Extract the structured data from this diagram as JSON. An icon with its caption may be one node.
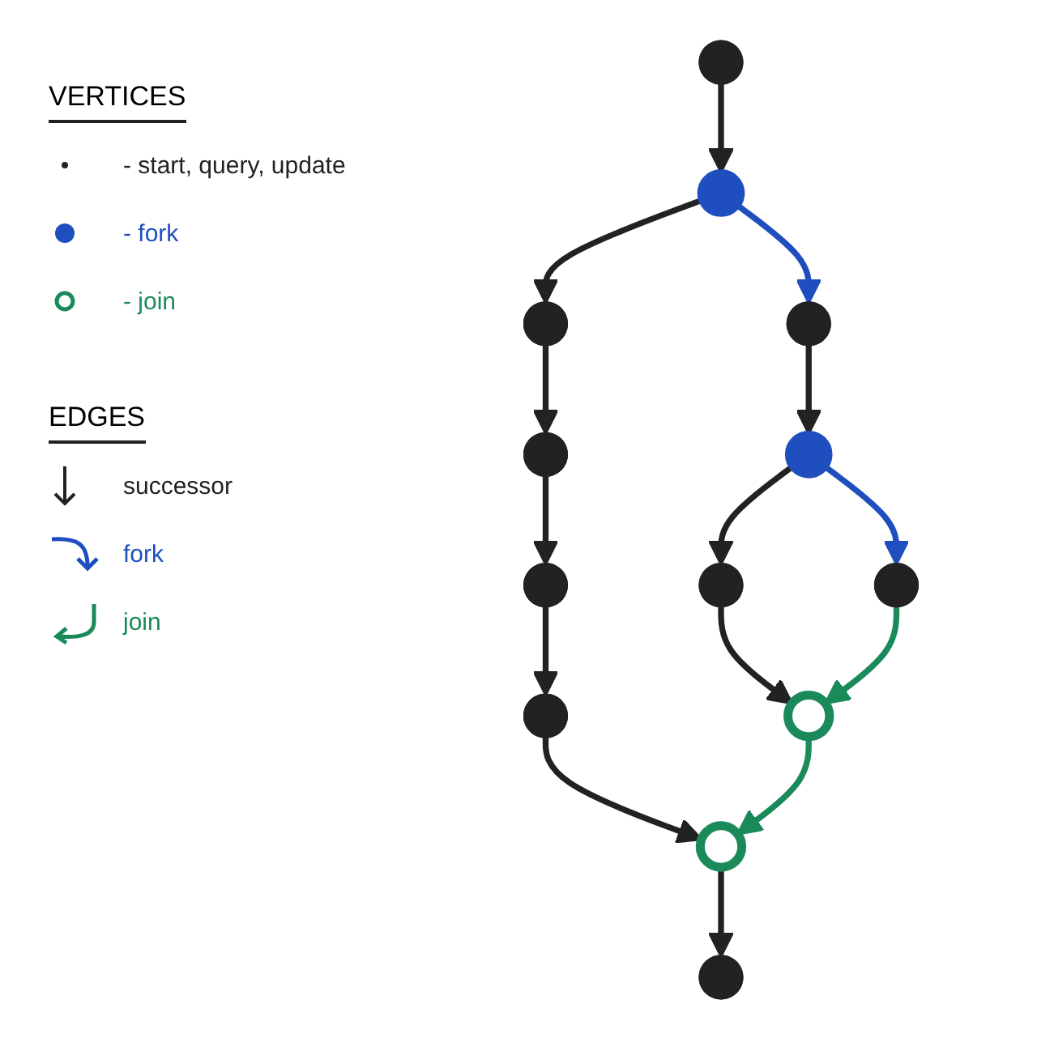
{
  "diagram": {
    "nodes": [
      {
        "text": [],
        "shape": "dot"
      },
      {
        "text": [],
        "shape": "circle"
      },
      {
        "text": [],
        "shape": "dot"
      },
      {
        "text": [],
        "shape": "dot"
      },
      {
        "text": [],
        "shape": "dot"
      },
      {
        "text": [],
        "shape": "circle"
      },
      {
        "text": [],
        "shape": "dot"
      },
      {
        "text": [],
        "shape": "dot"
      },
      {
        "text": [],
        "shape": "dot"
      },
      {
        "text": [],
        "shape": "dot"
      },
      {
        "text": [],
        "shape": "circle"
      },
      {
        "text": [],
        "shape": "circle"
      },
      {
        "text": [],
        "shape": "dot"
      }
    ],
    "edges": [
      {
        "from": 0,
        "to": 1,
        "arrow": "to"
      },
      {
        "from": 1,
        "to": 2,
        "arrow": "to"
      },
      {
        "from": 1,
        "to": 3,
        "arrow": "to",
        "color": "#1f4fbf"
      },
      {
        "from": 2,
        "to": 4,
        "arrow": "to"
      },
      {
        "from": 3,
        "to": 5,
        "arrow": "to"
      },
      {
        "from": 4,
        "to": 6,
        "arrow": "to"
      },
      {
        "from": 5,
        "to": 7,
        "arrow": "to"
      },
      {
        "from": 5,
        "to": 8,
        "arrow": "to",
        "color": "#1f4fbf"
      },
      {
        "from": 6,
        "to": 9,
        "arrow": "to"
      },
      {
        "from": 7,
        "to": 10,
        "arrow": "to"
      },
      {
        "from": 8,
        "to": 10,
        "arrow": "to",
        "color": "#1a8a5a"
      },
      {
        "from": 9,
        "to": 11,
        "arrow": "to"
      },
      {
        "from": 10,
        "to": 11,
        "arrow": "to",
        "color": "#1a8a5a"
      },
      {
        "from": 11,
        "to": 12,
        "arrow": "to"
      }
    ],
    "labels": [
      "VERTICES",
      "EDGES"
    ],
    "legend": [
      {
        "text": "- start, query, update"
      },
      {
        "text": "- fork"
      },
      {
        "text": "- join"
      },
      {
        "text": "successor"
      },
      {
        "text": "fork"
      },
      {
        "text": "join"
      }
    ]
  }
}
